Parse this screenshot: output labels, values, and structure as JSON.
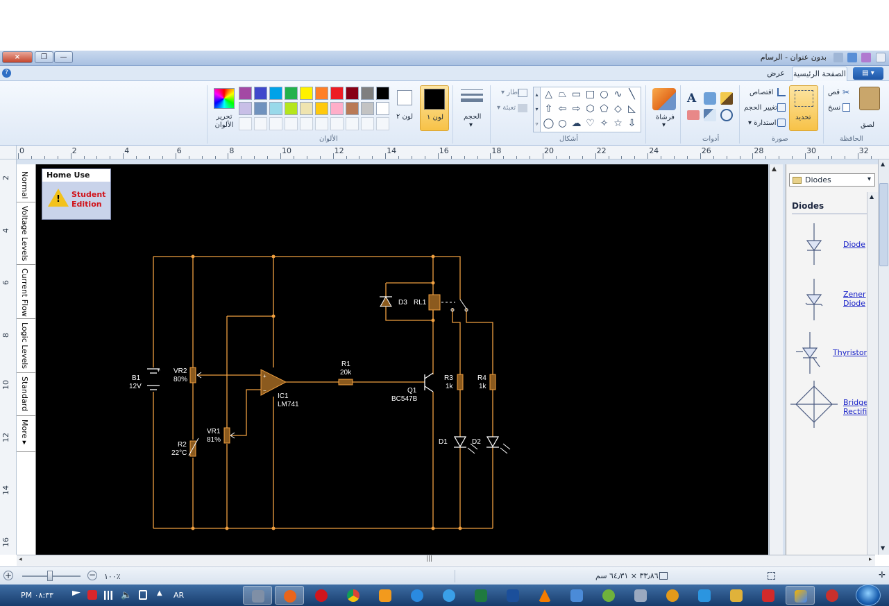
{
  "window": {
    "title": "بدون عنوان - الرسام",
    "close_glyph": "×",
    "restore_glyph": "❐",
    "minimize_glyph": "—"
  },
  "ribbon": {
    "tabs": [
      "الصفحة الرئيسية",
      "عرض"
    ],
    "clipboard": {
      "label": "الحافظة",
      "paste": "لصق",
      "cut": "قص",
      "copy": "نسخ"
    },
    "image": {
      "label": "صورة",
      "select": "تحديد",
      "crop": "اقتصاص",
      "resize": "تغيير الحجم",
      "rotate": "استدارة"
    },
    "tools": {
      "label": "أدوات"
    },
    "brushes": {
      "label": "فرشاة"
    },
    "shapes": {
      "label": "أشكال",
      "outline": "إطار",
      "fill": "تعبئة"
    },
    "size": {
      "label": "الحجم"
    },
    "colors": {
      "label": "الألوان",
      "color1": "لون ١",
      "color2": "لون ٢",
      "edit": "تحرير الألوان",
      "row1": [
        "#000000",
        "#7f7f7f",
        "#880015",
        "#ed1c24",
        "#ff7f27",
        "#fff200",
        "#22b14c",
        "#00a2e8",
        "#3f48cc",
        "#a349a4"
      ],
      "row2": [
        "#ffffff",
        "#c3c3c3",
        "#b97a57",
        "#ffaec9",
        "#ffc90e",
        "#efe4b0",
        "#b5e61d",
        "#99d9ea",
        "#7092be",
        "#c8bfe7"
      ]
    }
  },
  "ruler": {
    "top_numbers": [
      "0",
      "2",
      "4",
      "6",
      "8",
      "10",
      "12",
      "14",
      "16",
      "18",
      "20",
      "22",
      "24",
      "26",
      "28",
      "30",
      "32"
    ],
    "left_numbers": [
      "2",
      "4",
      "6",
      "8",
      "10",
      "12",
      "14",
      "16"
    ]
  },
  "sim": {
    "left_tabs": [
      "Normal",
      "Voltage Levels",
      "Current Flow",
      "Logic Levels",
      "Standard",
      "More ▸"
    ],
    "badge": {
      "title": "Home Use",
      "edition_line1": "Student",
      "edition_line2": "Edition"
    },
    "labels": {
      "b1": "B1",
      "b1_val": "12V",
      "vr2": "VR2",
      "vr2_val": "80%",
      "r2": "R2",
      "r2_val": "22°C",
      "vr1": "VR1",
      "vr1_val": "81%",
      "ic1": "IC1",
      "ic1_val": "LM741",
      "r1": "R1",
      "r1_val": "20k",
      "q1": "Q1",
      "q1_val": "BC547B",
      "d3": "D3",
      "rl1": "RL1",
      "r3": "R3",
      "r3_val": "1k",
      "r4": "R4",
      "r4_val": "1k",
      "d1": "D1",
      "d2": "D2"
    },
    "panel": {
      "dropdown": "Diodes",
      "heading": "Diodes",
      "items": [
        "Diode",
        "Zener Diode",
        "Thyristor",
        "Bridge Rectifier"
      ]
    },
    "colors": {
      "wire": "#f0a040",
      "component": "#8b5a1e",
      "background": "#000000"
    }
  },
  "status": {
    "zoom": "١٠٠٪",
    "dimensions": "٣٣٫٨٦ × ٦٤٫٣١ سم"
  },
  "taskbar": {
    "clock": "٠٨:٣٣ PM",
    "lang": "AR"
  }
}
